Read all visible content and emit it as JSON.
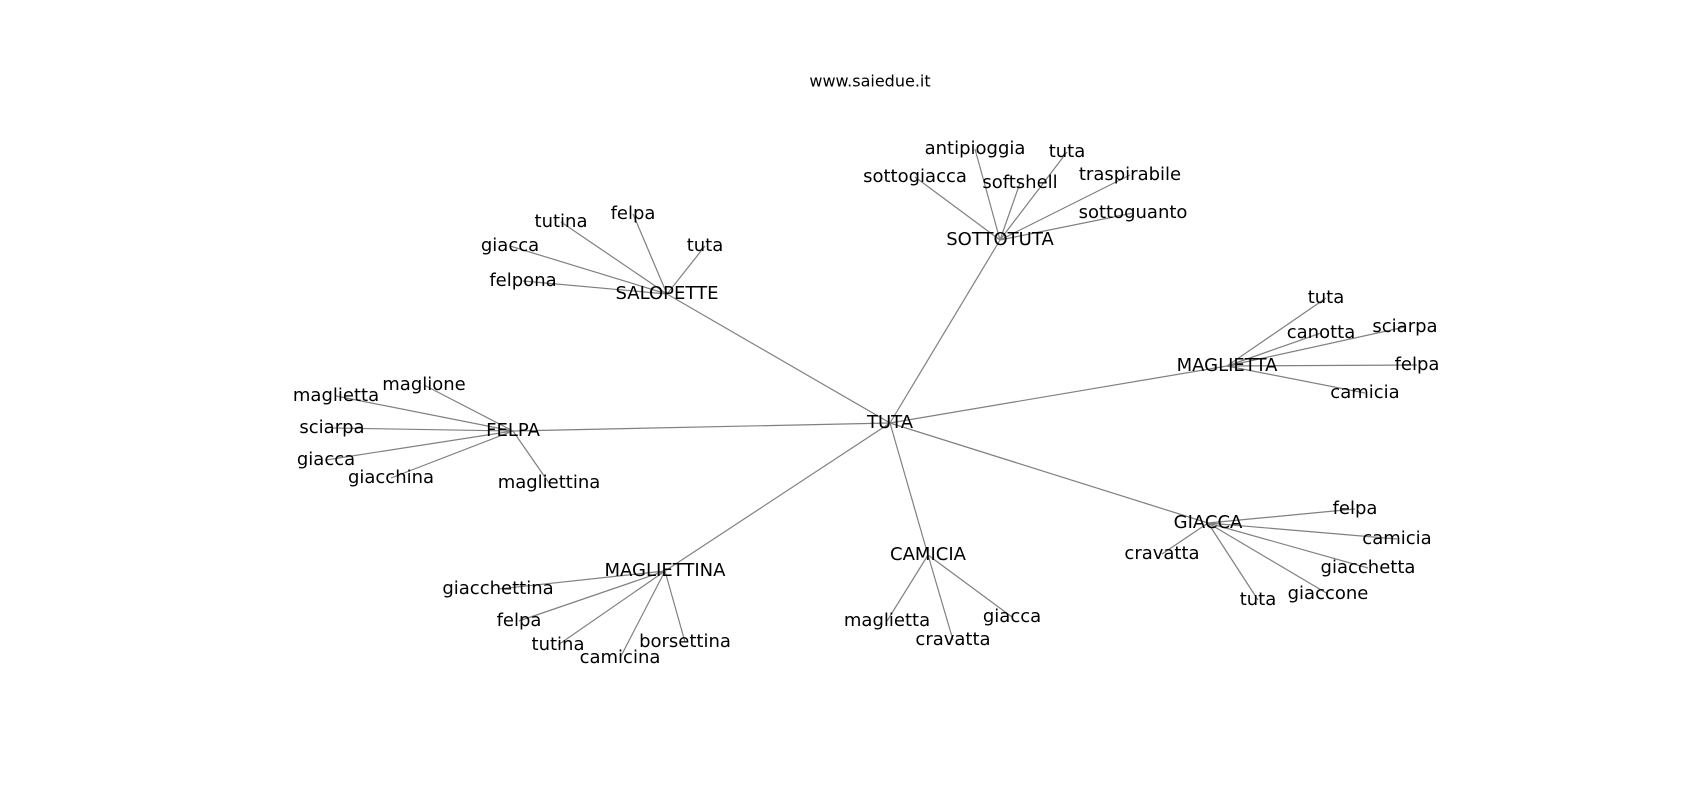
{
  "header": {
    "site": "www.saiedue.it"
  },
  "graph": {
    "root": "TUTA",
    "hubs": [
      {
        "id": "sottotuta",
        "label": "SOTTOTUTA",
        "leaves": [
          "antipioggia",
          "tuta",
          "sottogiacca",
          "softshell",
          "traspirabile",
          "sottoguanto"
        ]
      },
      {
        "id": "salopette",
        "label": "SALOPETTE",
        "leaves": [
          "tutina",
          "felpa",
          "tuta",
          "giacca",
          "felpona"
        ]
      },
      {
        "id": "maglietta",
        "label": "MAGLIETTA",
        "leaves": [
          "tuta",
          "canotta",
          "sciarpa",
          "felpa",
          "camicia"
        ]
      },
      {
        "id": "felpa",
        "label": "FELPA",
        "leaves": [
          "maglione",
          "maglietta",
          "sciarpa",
          "giacca",
          "giacchina",
          "magliettina"
        ]
      },
      {
        "id": "giacca",
        "label": "GIACCA",
        "leaves": [
          "felpa",
          "camicia",
          "cravatta",
          "giacchetta",
          "giaccone",
          "tuta"
        ]
      },
      {
        "id": "magliettina",
        "label": "MAGLIETTINA",
        "leaves": [
          "giacchettina",
          "felpa",
          "tutina",
          "camicina",
          "borsettina"
        ]
      },
      {
        "id": "camicia",
        "label": "CAMICIA",
        "leaves": [
          "maglietta",
          "giacca",
          "cravatta"
        ]
      }
    ]
  }
}
